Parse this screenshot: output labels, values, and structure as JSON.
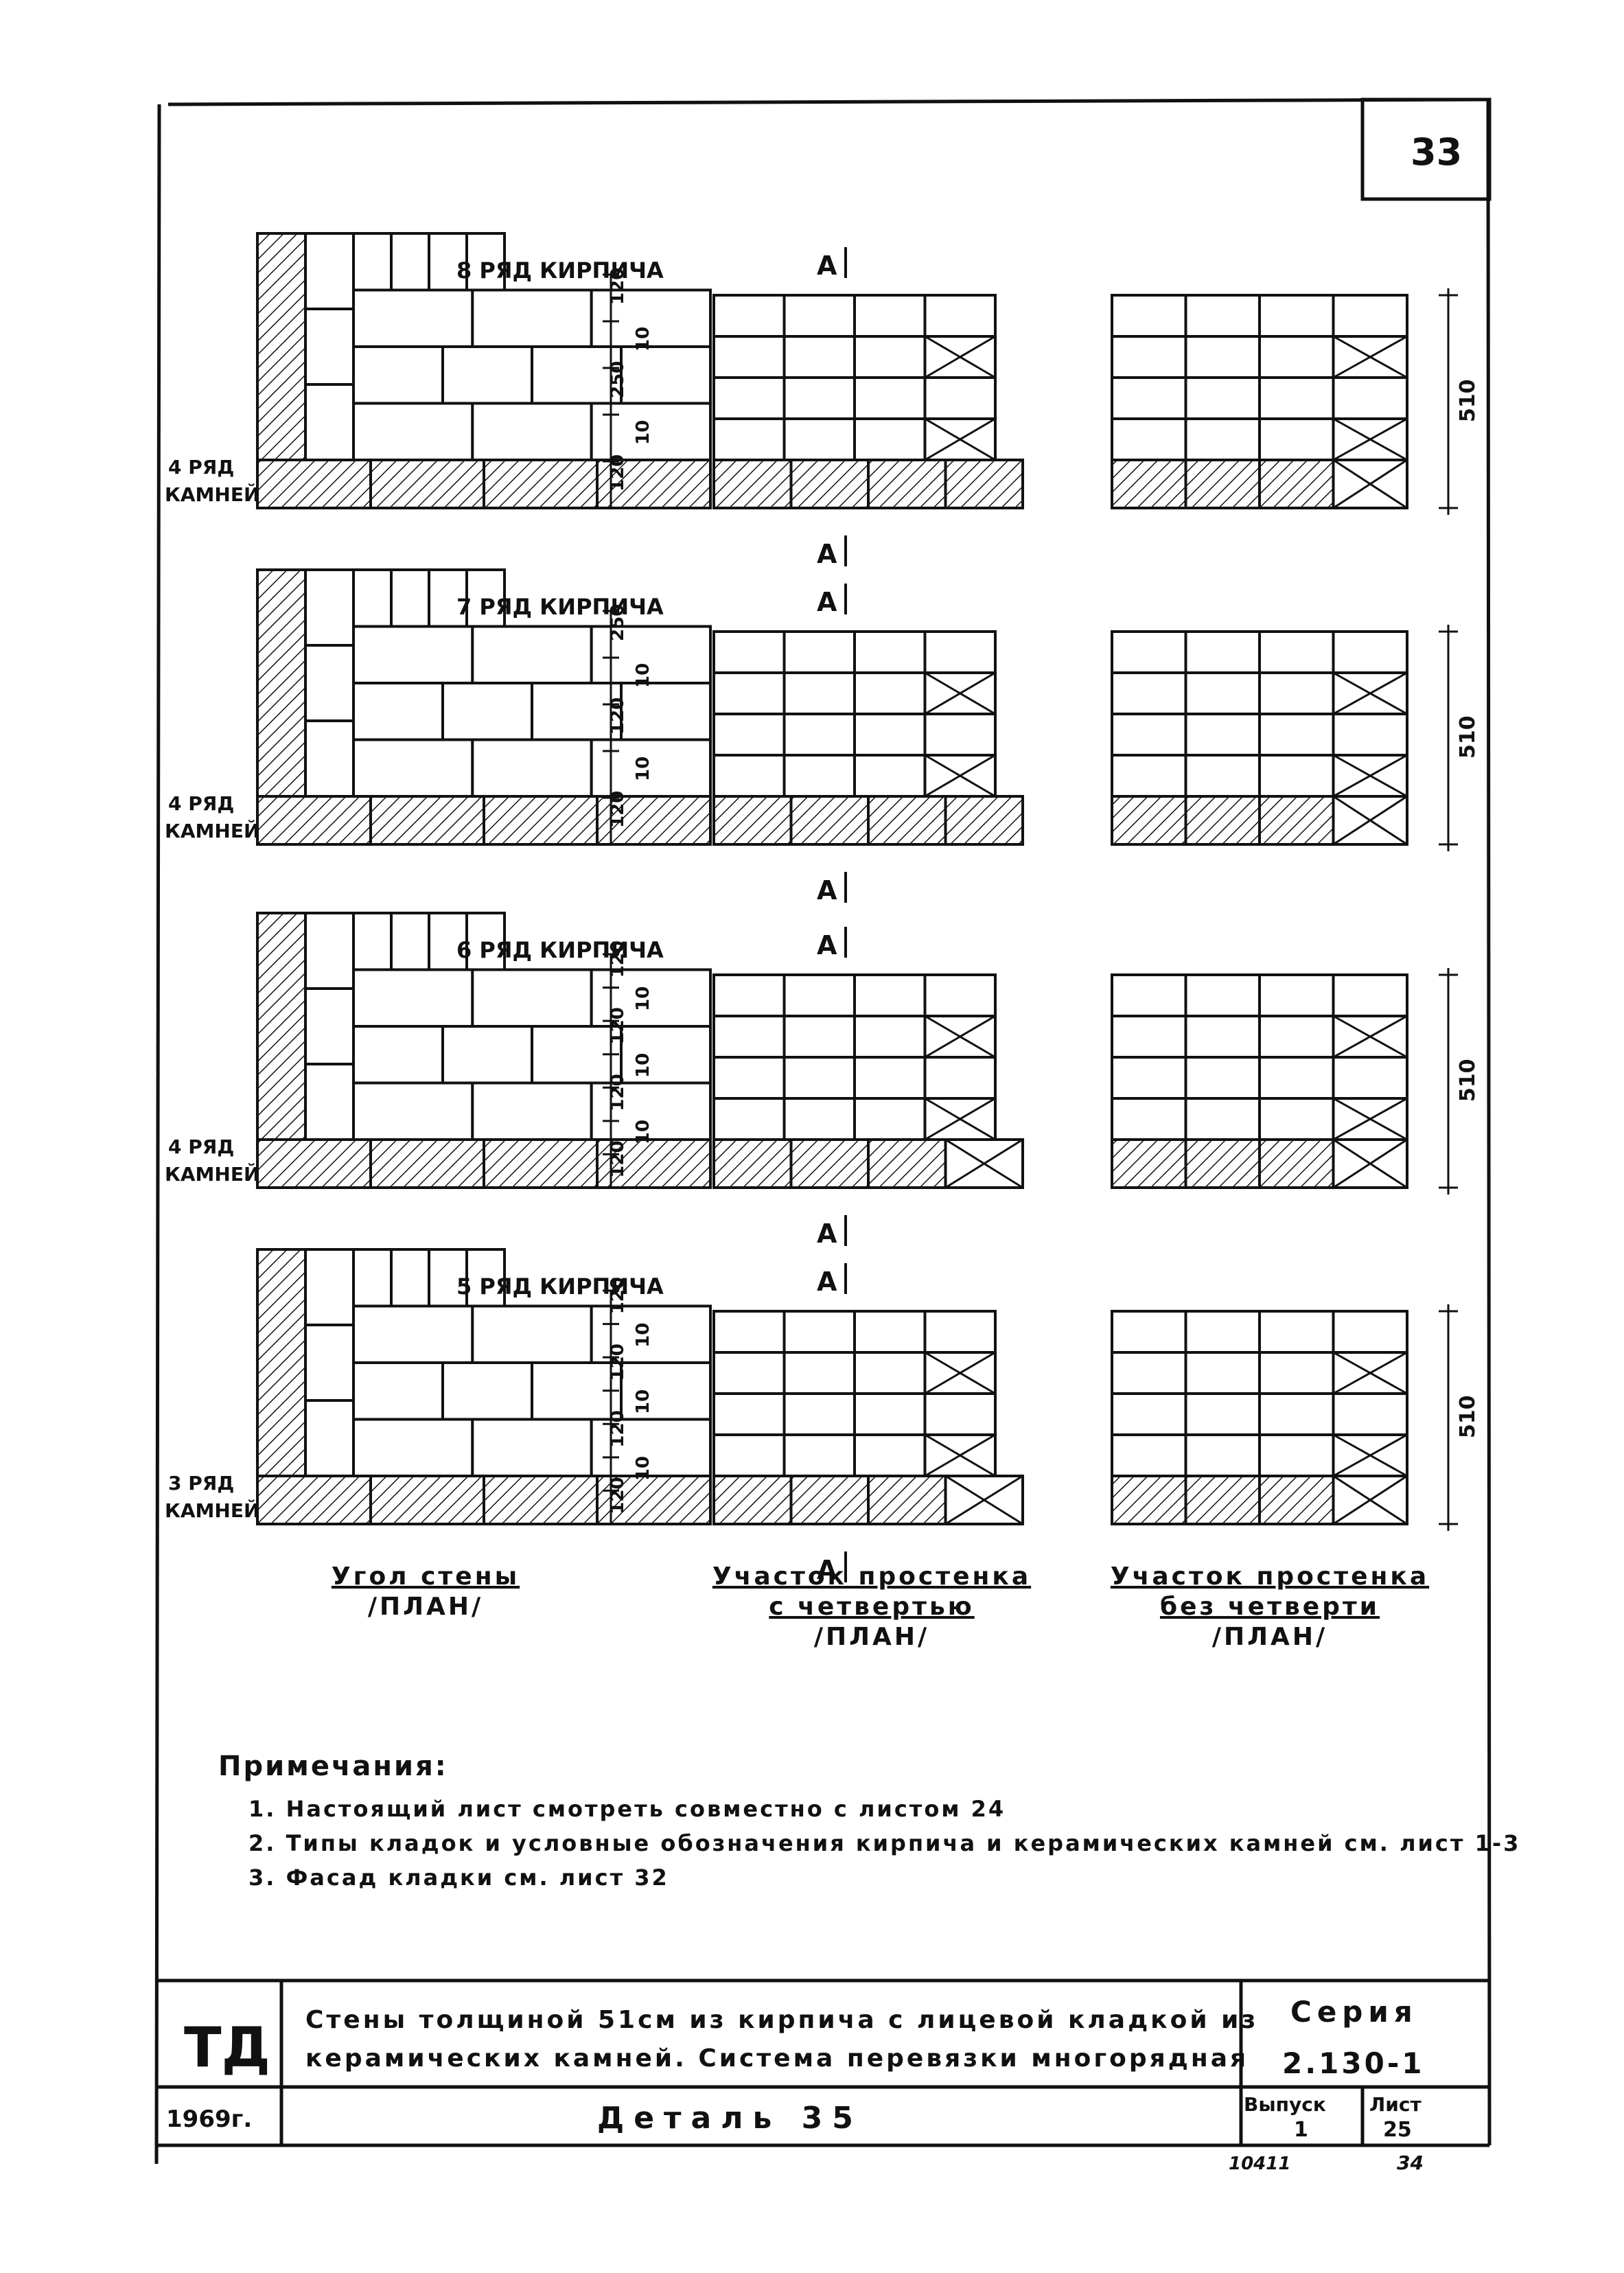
{
  "sheet_number": "33",
  "rows": [
    {
      "label": "8 РЯД КИРПИЧА",
      "base_label_1": "4 РЯД",
      "base_label_2": "КАМНЕЙ",
      "dims": [
        "120",
        "10",
        "250",
        "10",
        "120"
      ]
    },
    {
      "label": "7 РЯД КИРПИЧА",
      "base_label_1": "4 РЯД",
      "base_label_2": "КАМНЕЙ",
      "dims": [
        "250",
        "10",
        "120",
        "10",
        "120"
      ]
    },
    {
      "label": "6 РЯД КИРПИЧА",
      "base_label_1": "4 РЯД",
      "base_label_2": "КАМНЕЙ",
      "dims": [
        "120",
        "10",
        "120",
        "10",
        "120",
        "10",
        "120"
      ]
    },
    {
      "label": "5 РЯД КИРПИЧА",
      "base_label_1": "3 РЯД",
      "base_label_2": "КАМНЕЙ",
      "dims": [
        "120",
        "10",
        "120",
        "10",
        "120",
        "10",
        "120"
      ]
    }
  ],
  "section_mark": "А",
  "overall_dim": "510",
  "captions": {
    "corner": {
      "line1": "Угол стены",
      "line2": "/ПЛАН/"
    },
    "pier_quarter": {
      "line1": "Участок простенка",
      "line2": "с четвертью",
      "line3": "/ПЛАН/"
    },
    "pier_no_quarter": {
      "line1": "Участок простенка",
      "line2": "без четверти",
      "line3": "/ПЛАН/"
    }
  },
  "notes": {
    "heading": "Примечания:",
    "items": [
      "1. Настоящий лист смотреть совместно с листом 24",
      "2. Типы кладок и условные обозначения кирпича и керамических камней см. лист 1-3",
      "3. Фасад кладки см. лист 32"
    ]
  },
  "stamp": {
    "logo": "ТД",
    "title_line1": "Стены толщиной 51см из кирпича с лицевой кладкой из",
    "title_line2": "керамических камней. Система перевязки многорядная",
    "series_label": "Серия",
    "series_value": "2.130-1",
    "year": "1969г.",
    "detail": "Деталь 35",
    "issue_label": "Выпуск",
    "issue_value": "1",
    "sheet_label": "Лист",
    "sheet_value": "25",
    "archive_no": "10411",
    "page_no": "34"
  }
}
